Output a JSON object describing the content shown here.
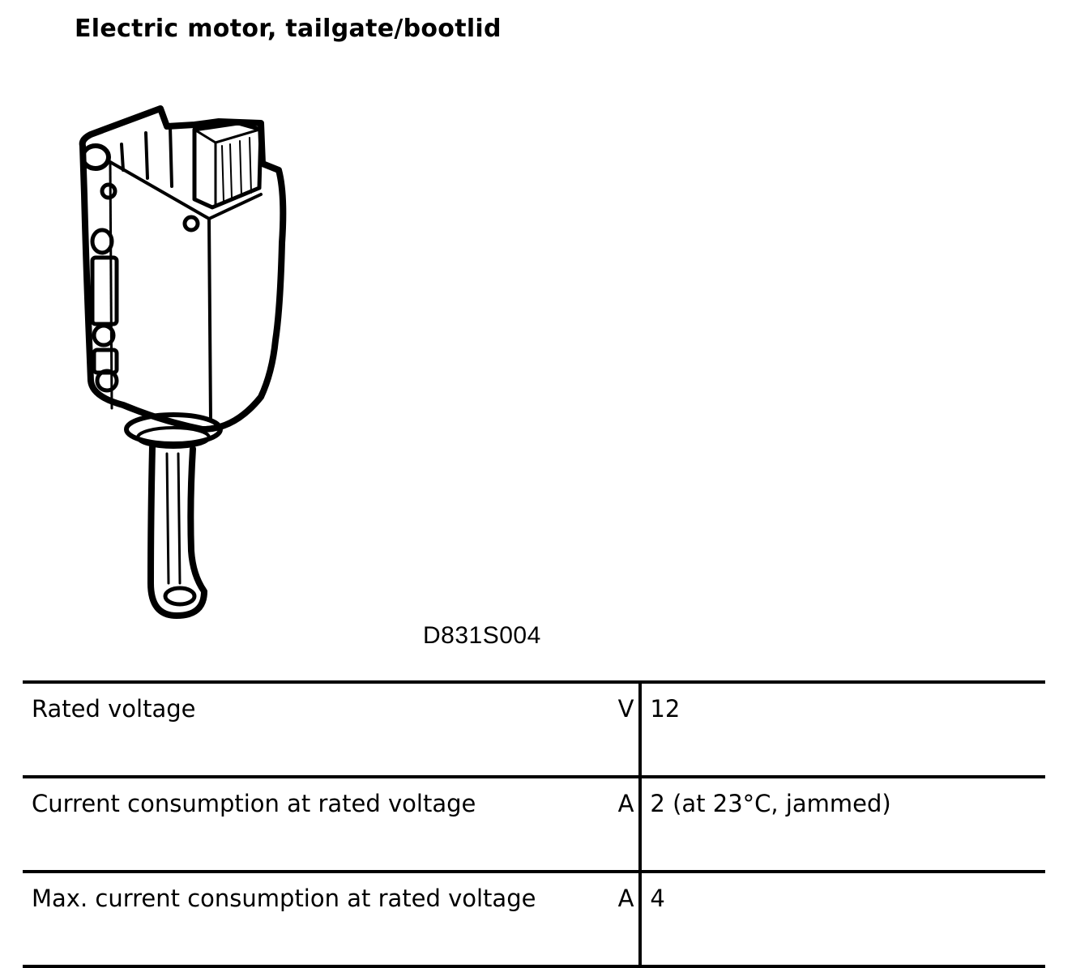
{
  "document": {
    "title": "Electric motor, tailgate/bootlid",
    "figure_code": "D831S004"
  },
  "illustration": {
    "icon": "tailgate-electric-motor-illustration"
  },
  "specifications": {
    "rows": [
      {
        "parameter": "Rated voltage",
        "unit": "V",
        "value": "12"
      },
      {
        "parameter": "Current consumption at rated voltage",
        "unit": "A",
        "value": "2 (at 23°C, jammed)"
      },
      {
        "parameter": "Max. current consumption at rated voltage",
        "unit": "A",
        "value": "4"
      }
    ]
  }
}
